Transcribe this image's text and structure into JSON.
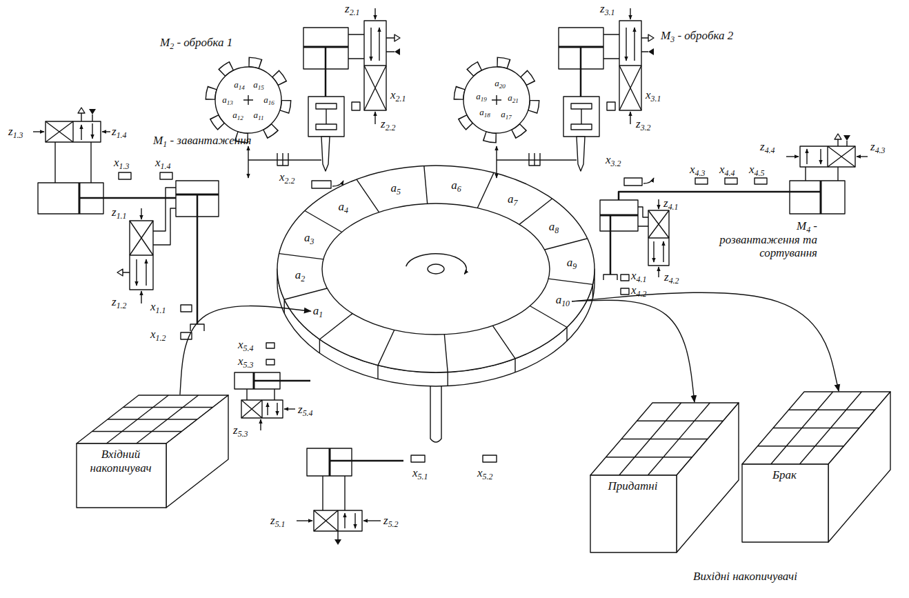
{
  "diagram": {
    "nodes": [
      {
        "text": [
          "Вхідний накопичувач"
        ]
      },
      {
        "text": [
          "a1"
        ]
      },
      {
        "text": [
          "a2"
        ]
      },
      {
        "text": [
          "a3"
        ]
      },
      {
        "text": [
          "a4"
        ]
      },
      {
        "text": [
          "a5"
        ]
      },
      {
        "text": [
          "a6"
        ]
      },
      {
        "text": [
          "a7"
        ]
      },
      {
        "text": [
          "a8"
        ]
      },
      {
        "text": [
          "a9"
        ]
      },
      {
        "text": [
          "a10"
        ]
      },
      {
        "text": [
          "Придатні"
        ]
      },
      {
        "text": [
          "Брак"
        ]
      }
    ],
    "edges": [
      {
        "from": 0,
        "to": 1,
        "arrow": "to"
      },
      {
        "from": 10,
        "to": 11,
        "arrow": "to"
      },
      {
        "from": 10,
        "to": 12,
        "arrow": "to"
      }
    ],
    "labels": [
      "M1 - завантаження",
      "z1.3",
      "z1.4",
      "x1.3",
      "x1.4",
      "z1.1",
      "z1.2",
      "x1.1",
      "x1.2",
      "M2 - обробка 1",
      "z2.1",
      "x2.1",
      "z2.2",
      "a14",
      "a15",
      "a13",
      "a16",
      "a12",
      "a11",
      "x2.2",
      "M3 - обробка 2",
      "z3.1",
      "x3.1",
      "z3.2",
      "a20",
      "a19",
      "a21",
      "a18",
      "a17",
      "x3.2",
      "z4.4",
      "z4.3",
      "x4.3",
      "x4.4",
      "x4.5",
      "z4.1",
      "M4 - розвантаження та сортування",
      "z4.2",
      "x4.1",
      "x4.2",
      "x5.4",
      "x5.3",
      "z5.4",
      "z5.3",
      "x5.1",
      "x5.2",
      "z5.1",
      "z5.2",
      "Вихідні накопичувачі"
    ]
  }
}
